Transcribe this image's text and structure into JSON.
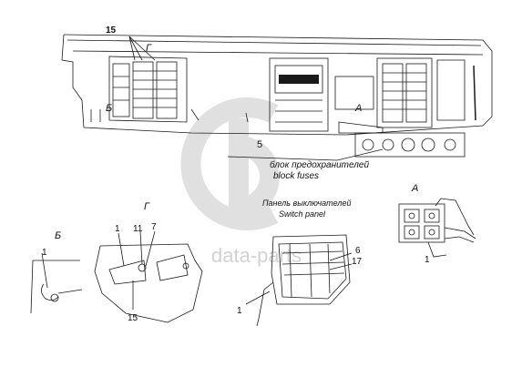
{
  "labels": {
    "view_g_top": "Г",
    "view_b_top": "Б",
    "view_a_top": "А",
    "callout_15_top": "15",
    "callout_5": "5",
    "caption_fuse_ru": "блок предохранителей",
    "caption_fuse_en": "block fuses",
    "view_b": "Б",
    "view_g": "Г",
    "view_a": "А",
    "caption_switch_ru": "Панель выключателей",
    "caption_switch_en": "Switch panel",
    "b_1": "1",
    "g_1": "1",
    "g_11": "11",
    "g_7": "7",
    "g_15": "15",
    "s_6": "6",
    "s_17": "17",
    "s_1": "1",
    "a_1": "1"
  },
  "watermark": {
    "text": "data-parts",
    "color": "#c8c8c8"
  },
  "colors": {
    "line": "#1a1a1a",
    "watermark": "#cfcfcf"
  }
}
